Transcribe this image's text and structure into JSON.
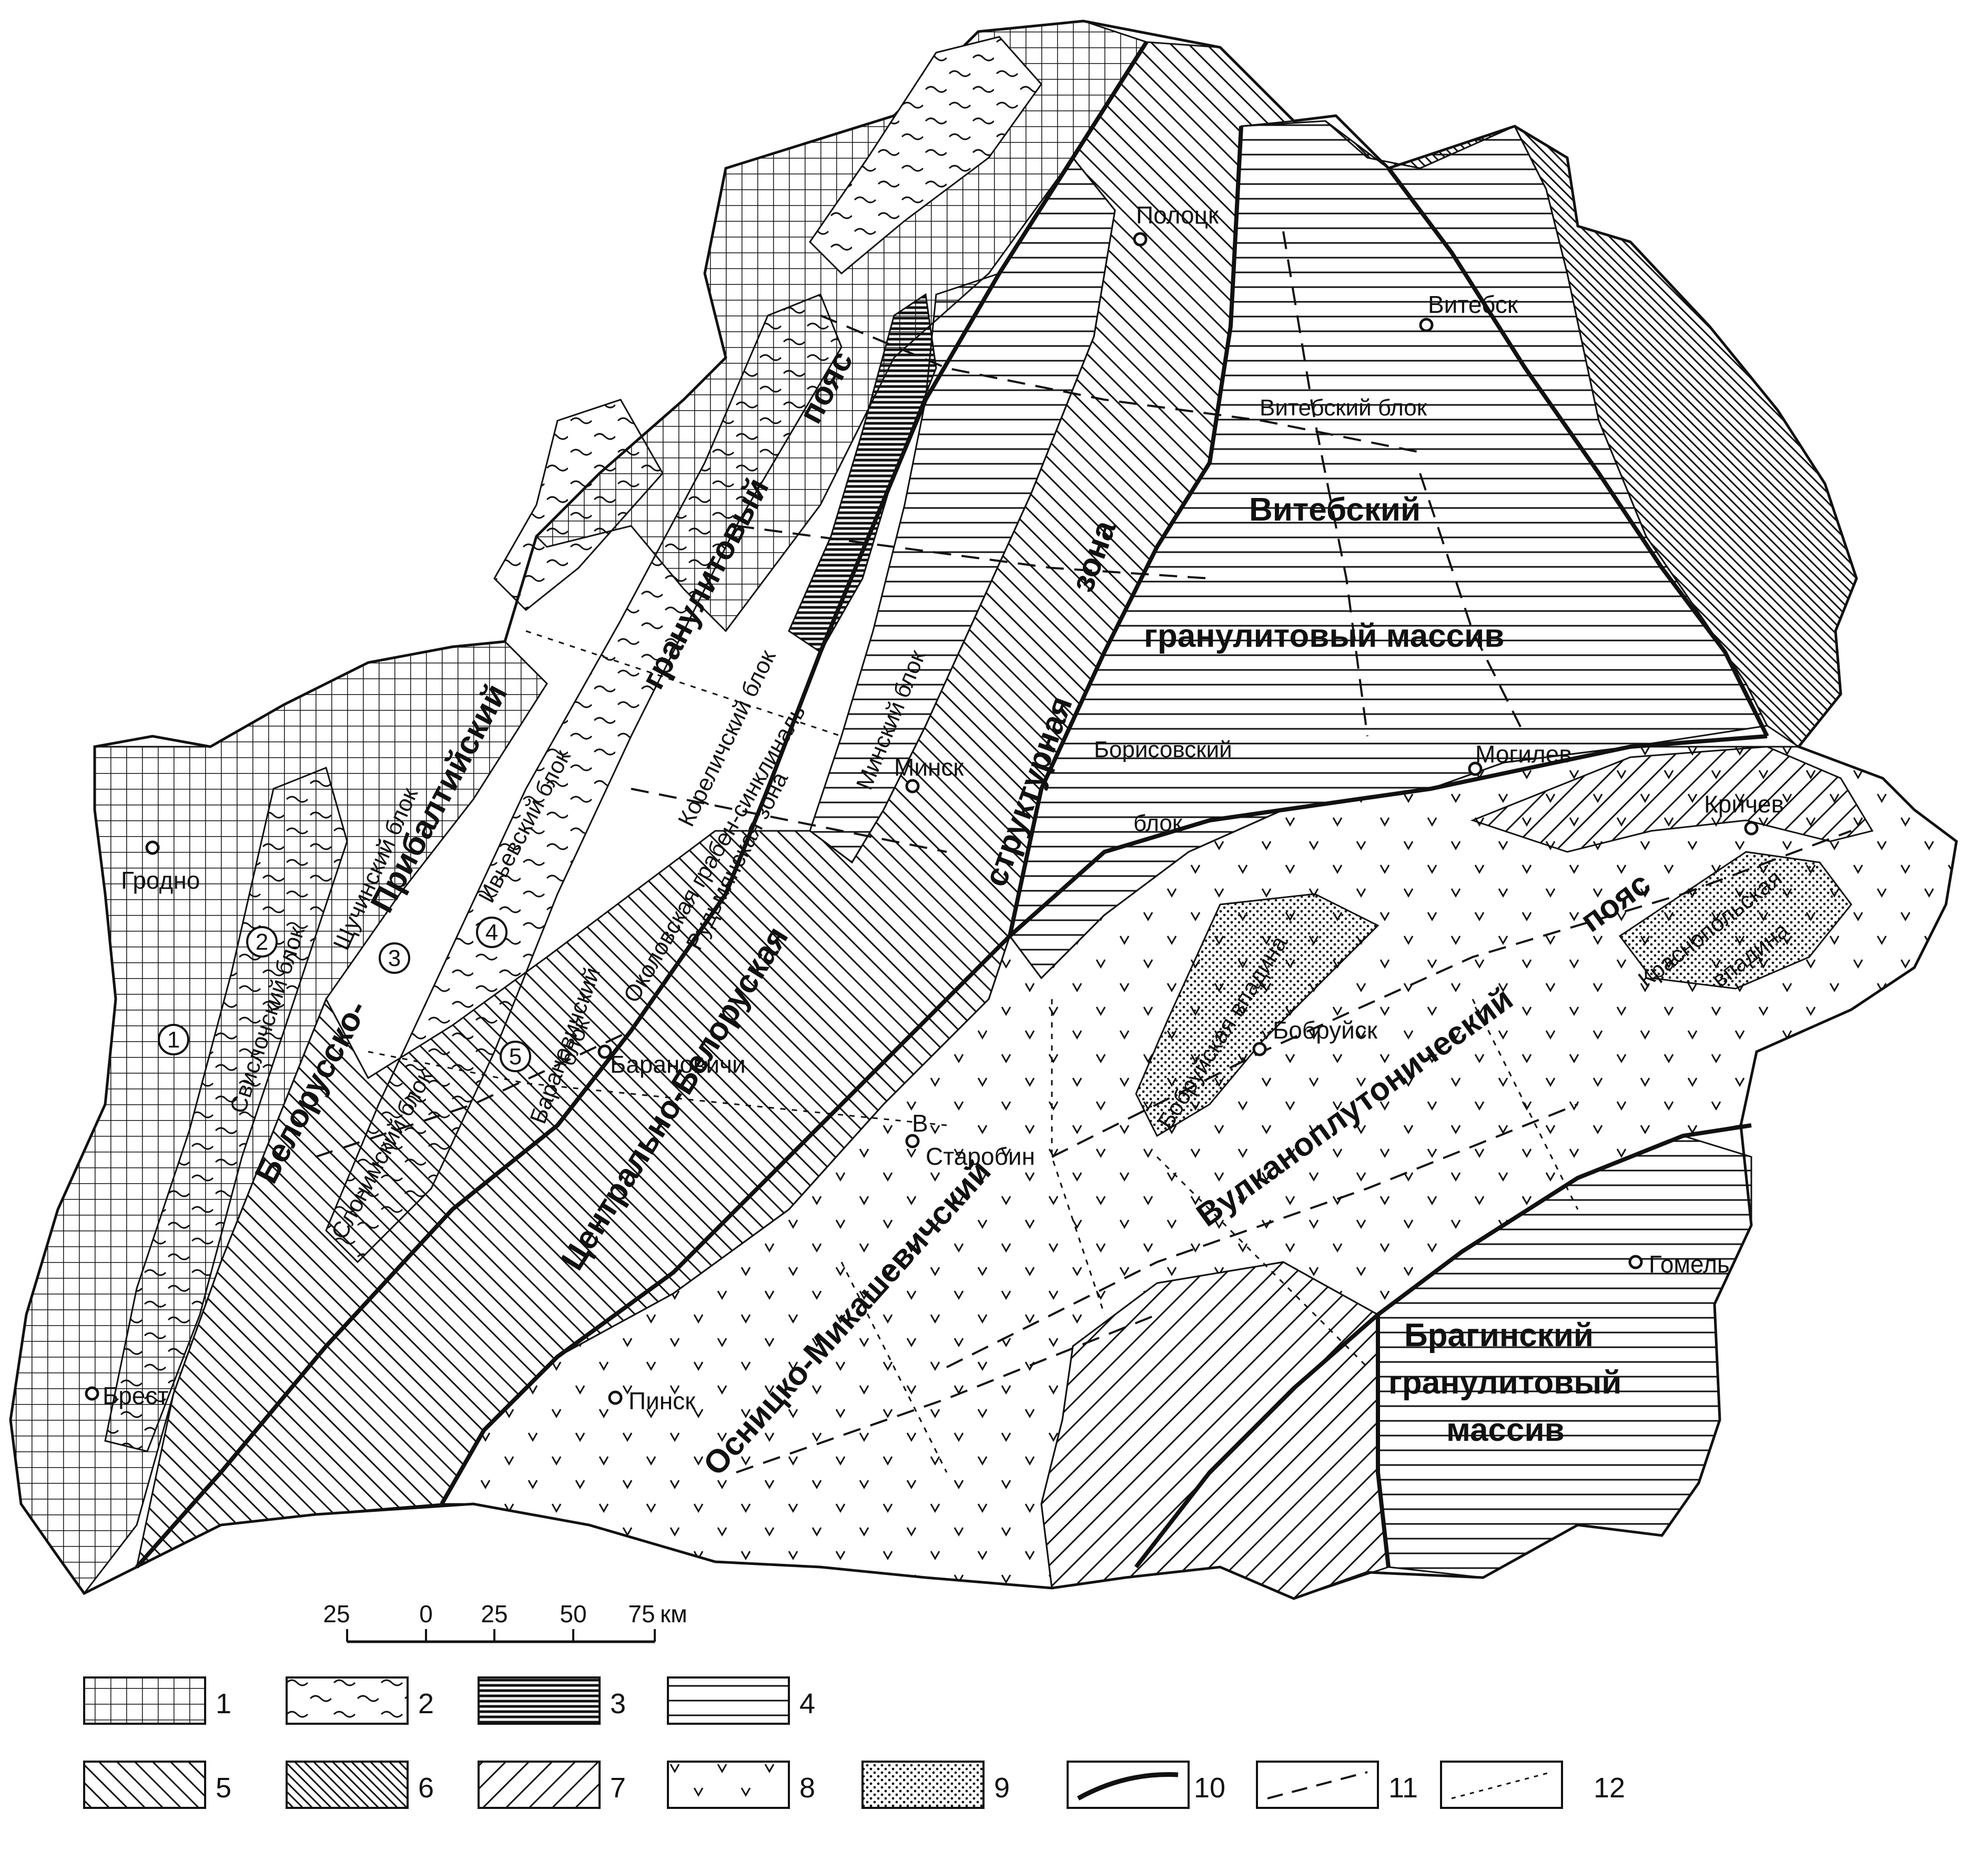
{
  "cities": [
    {
      "key": "polotsk",
      "name": "Полоцк"
    },
    {
      "key": "vitebsk",
      "name": "Витебск"
    },
    {
      "key": "minsk",
      "name": "Минск"
    },
    {
      "key": "mogilev",
      "name": "Могилев"
    },
    {
      "key": "krichev",
      "name": "Кричев"
    },
    {
      "key": "grodno",
      "name": "Гродно"
    },
    {
      "key": "bobruisk",
      "name": "Бобруйск"
    },
    {
      "key": "baranovichi",
      "name": "Барановичи"
    },
    {
      "key": "starobin",
      "name": "Старобин"
    },
    {
      "key": "gomel",
      "name": "Гомель"
    },
    {
      "key": "pinsk",
      "name": "Пинск"
    },
    {
      "key": "brest",
      "name": "Брест"
    }
  ],
  "point_b": "В",
  "regions": {
    "vitebsk_massif_1": "Витебский",
    "vitebsk_massif_2": "гранулитовый массив",
    "bragin_1": "Брагинский",
    "bragin_2": "гранулитовый",
    "bragin_3": "массив",
    "belt_word1": "Белорусско-",
    "belt_word2": "Прибалтийский",
    "belt_word3": "гранулитовый",
    "belt_word4": "пояс",
    "central_1": "Центрально-Белоруская",
    "central_2": "структурная",
    "central_3": "зона",
    "osnitsk_1": "Осницко-Микашевичский",
    "osnitsk_2": "Вулканоплутонический",
    "osnitsk_3": "пояс"
  },
  "blocks": {
    "vitebsk_block": "Витебский блок",
    "borisov_block_1": "Борисовский",
    "borisov_block_2": "блок",
    "minsk_block": "Минский блок",
    "korelichi": "Кореличский блок",
    "rudma": "Рудьмянская зона",
    "okolovo": "Околовская грабен-синклиналь",
    "ivye": "Ивьевский блок",
    "shchuchin": "Щучинский блок",
    "svisloch": "Свислочский блок",
    "slonim": "Слонимский блок",
    "baranovichi_1": "Барановичский",
    "baranovichi_2": "блок",
    "bobruisk_dep": "Бобруйская впадина",
    "krasnopolye_1": "Краснопольская",
    "krasnopolye_2": "впадина"
  },
  "circled_numbers": [
    "1",
    "2",
    "3",
    "4",
    "5"
  ],
  "scale": {
    "ticks": [
      "25",
      "0",
      "25",
      "50",
      "75"
    ],
    "unit": "км"
  },
  "legend": [
    "1",
    "2",
    "3",
    "4",
    "5",
    "6",
    "7",
    "8",
    "9",
    "10",
    "11",
    "12"
  ],
  "colors": {
    "ink": "#111111",
    "paper": "#ffffff"
  }
}
